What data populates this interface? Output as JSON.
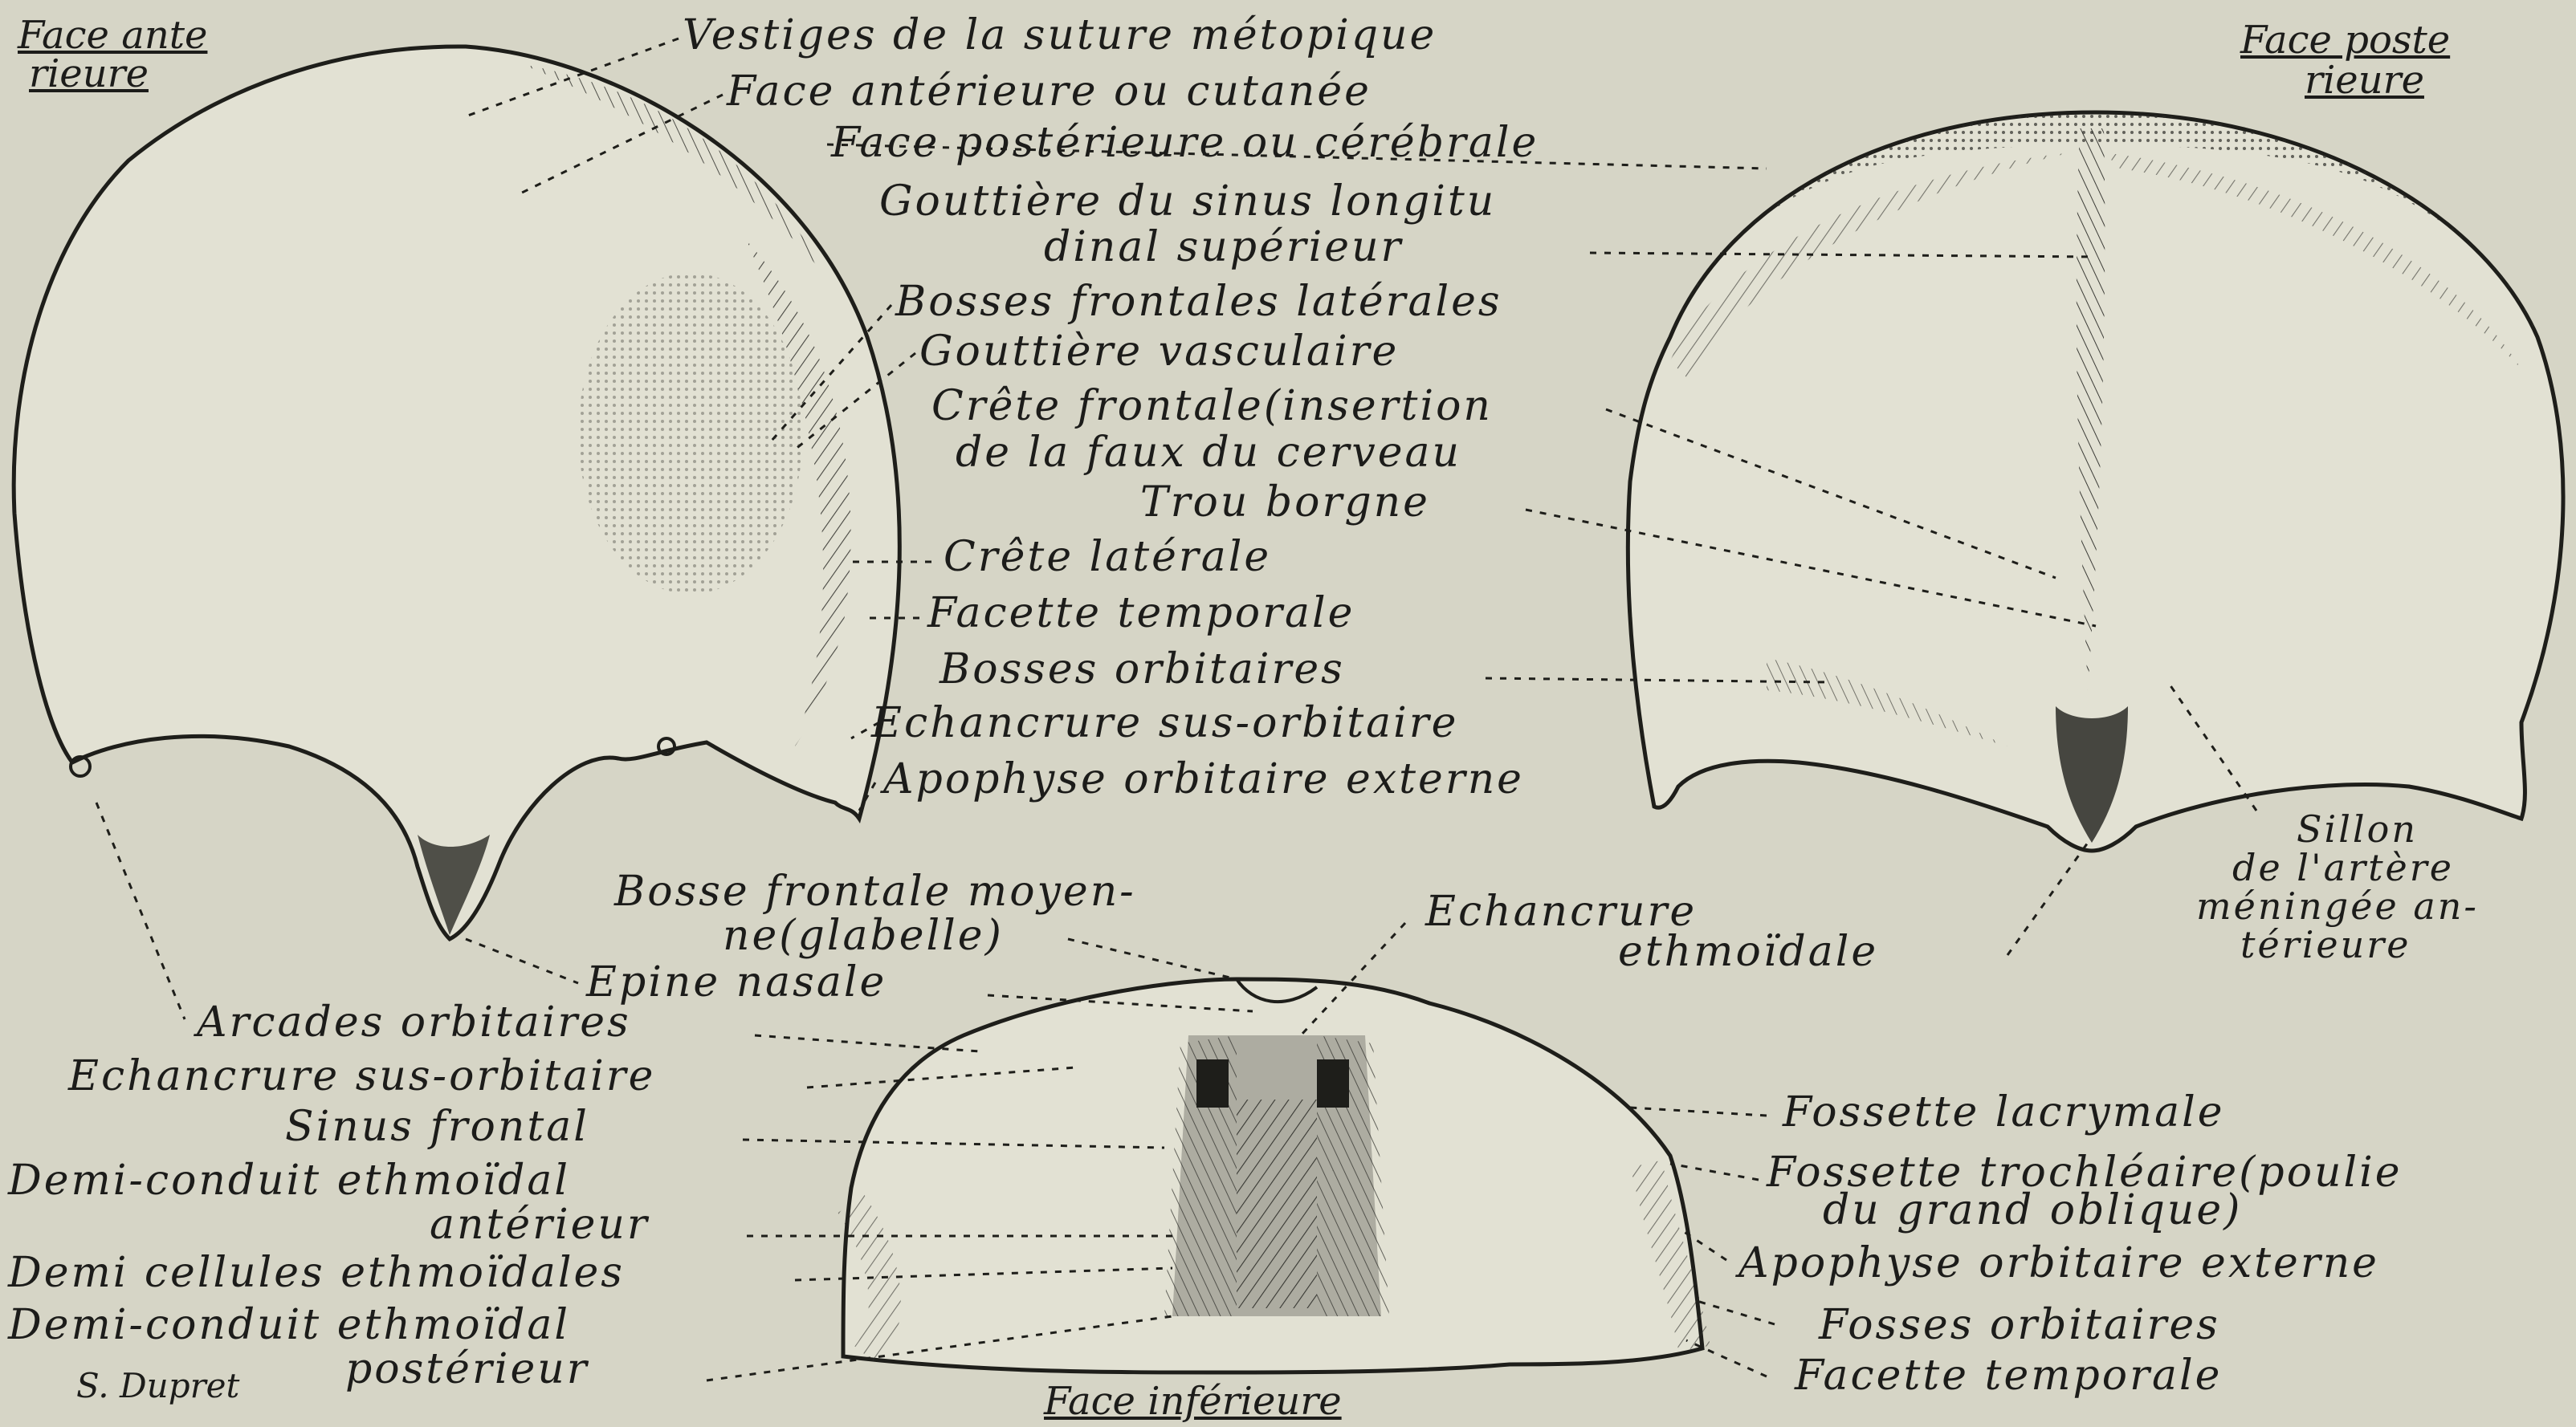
{
  "views": {
    "anterior_1": "Face ante",
    "anterior_2": "rieure",
    "posterior_1": "Face poste",
    "posterior_2": "rieure",
    "inferior": "Face inférieure"
  },
  "labels": {
    "vestiges": "Vestiges de la suture métopique",
    "face_ant": "Face antérieure ou cutanée",
    "face_post": "Face postérieure ou cérébrale",
    "gouttiere_sinus_1": "Gouttière du sinus longitu",
    "gouttiere_sinus_2": "dinal supérieur",
    "bosses_front": "Bosses frontales latérales",
    "gouttiere_vasc": "Gouttière vasculaire",
    "crete_front_1": "Crête frontale(insertion",
    "crete_front_2": "de la faux du cerveau",
    "trou_borgne": "Trou borgne",
    "crete_lat": "Crête latérale",
    "facette_temp": "Facette temporale",
    "bosses_orb": "Bosses orbitaires",
    "echancrure_sus": "Echancrure sus-orbitaire",
    "apophyse_ext": "Apophyse orbitaire externe",
    "bosse_moy_1": "Bosse frontale moyen-",
    "bosse_moy_2": "ne(glabelle)",
    "echancrure_eth_1": "Echancrure",
    "echancrure_eth_2": "ethmoïdale",
    "sillon_1": "Sillon",
    "sillon_2": "de l'artère",
    "sillon_3": "méningée an-",
    "sillon_4": "térieure",
    "epine_nasale": "Epine nasale",
    "arcades": "Arcades orbitaires",
    "echancrure_sus2": "Echancrure sus-orbitaire",
    "sinus_frontal": "Sinus frontal",
    "demi_ant_1": "Demi-conduit ethmoïdal",
    "demi_ant_2": "antérieur",
    "demi_cell": "Demi cellules ethmoïdales",
    "demi_post_1": "Demi-conduit ethmoïdal",
    "demi_post_2": "postérieur",
    "fossette_lac": "Fossette lacrymale",
    "fossette_troch_1": "Fossette trochléaire(poulie",
    "fossette_troch_2": "du grand oblique)",
    "apophyse_ext2": "Apophyse orbitaire externe",
    "fosses_orb": "Fosses orbitaires",
    "facette_temp2": "Facette temporale"
  },
  "signature": "S. Dupret"
}
